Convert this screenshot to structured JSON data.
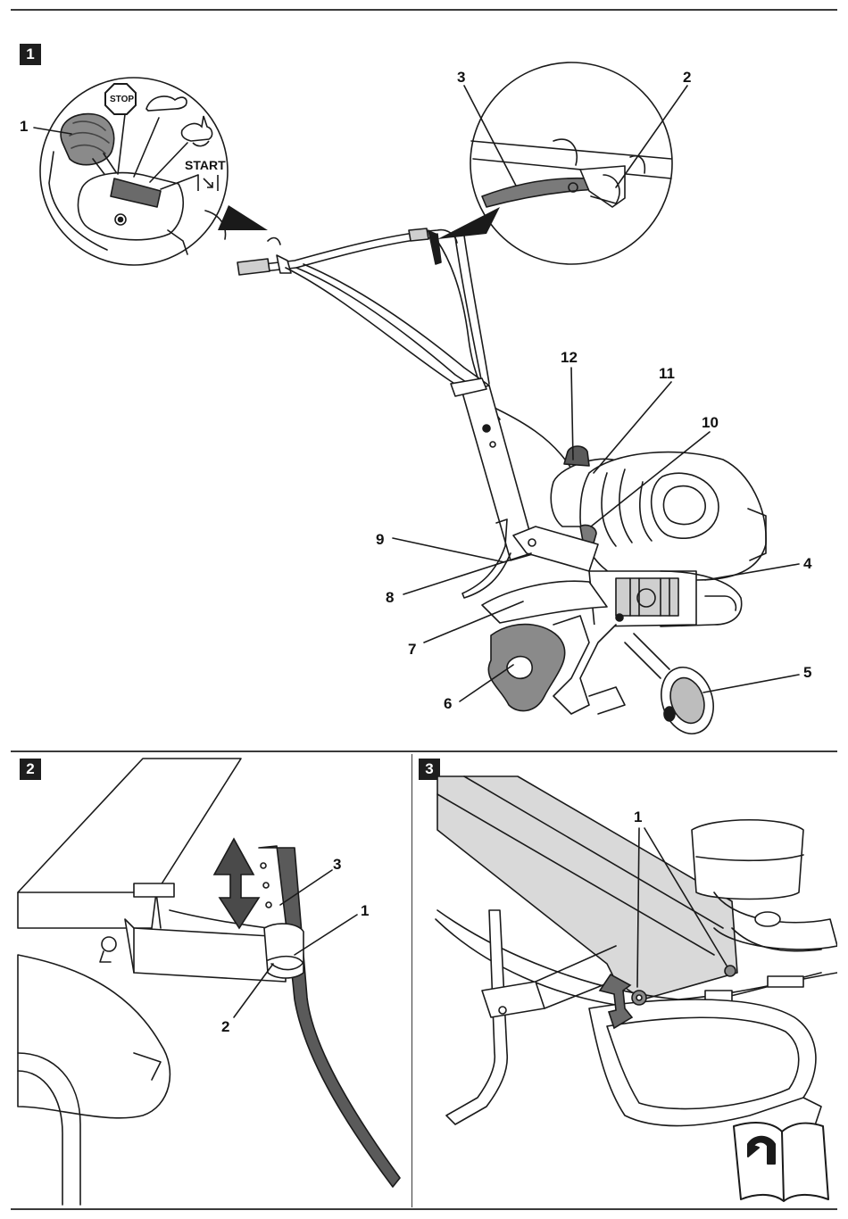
{
  "figures": {
    "fig1": {
      "number": "1",
      "callouts": [
        "1",
        "2",
        "3",
        "4",
        "5",
        "6",
        "7",
        "8",
        "9",
        "10",
        "11",
        "12"
      ],
      "throttle_labels": {
        "stop": "STOP",
        "start": "START"
      }
    },
    "fig2": {
      "number": "2",
      "callouts": [
        "1",
        "2",
        "3"
      ]
    },
    "fig3": {
      "number": "3",
      "callouts": [
        "1"
      ]
    }
  },
  "colors": {
    "line": "#1a1a1a",
    "panel_fill": "#d9d9d9",
    "dark_fill": "#555555"
  },
  "icons": [
    "stop-sign-icon",
    "turtle-icon",
    "rabbit-icon",
    "start-choke-icon",
    "manual-book-icon",
    "double-arrow-icon"
  ]
}
